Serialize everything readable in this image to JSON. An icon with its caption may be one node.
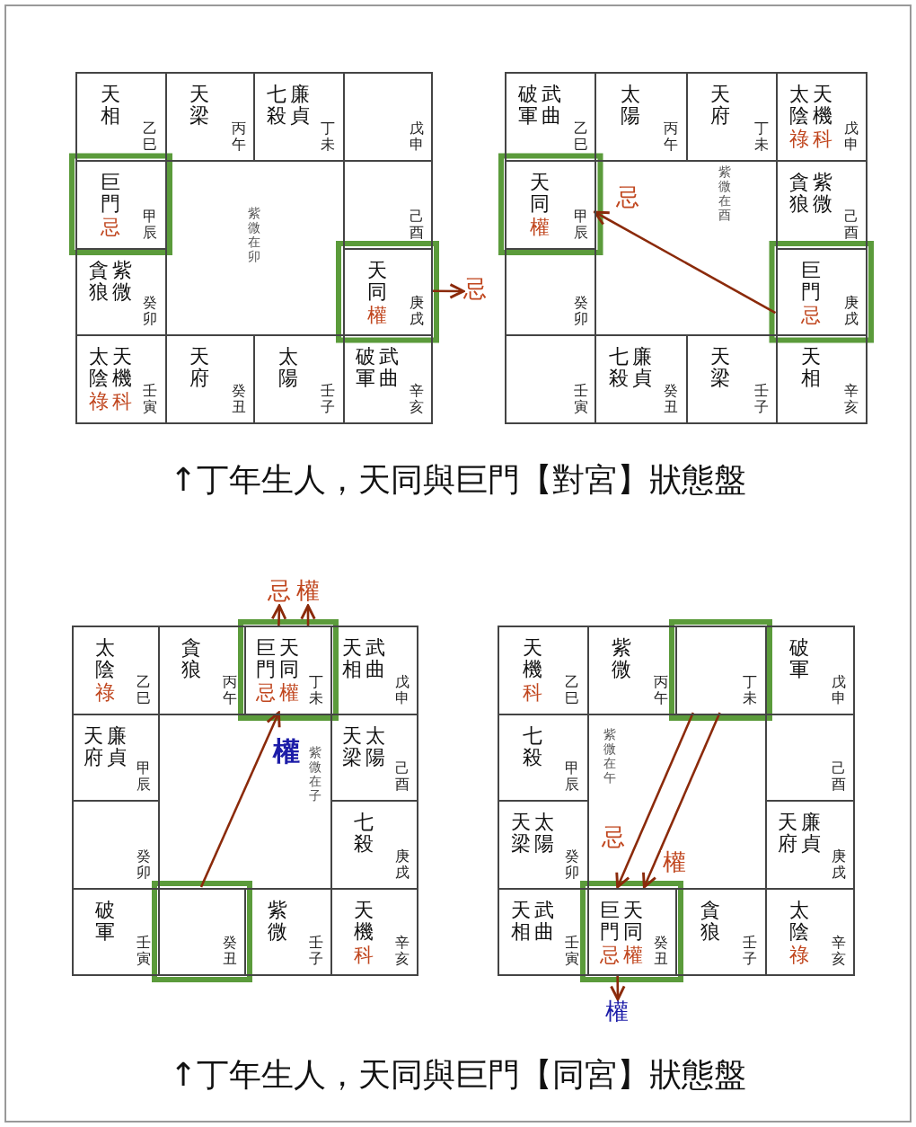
{
  "diagram": {
    "nodes": [
      {
        "text": [
          "天相",
          "乙巳"
        ]
      },
      {
        "text": [
          "天梁",
          "丙午"
        ]
      },
      {
        "text": [
          "七殺",
          "廉貞",
          "丁未"
        ]
      },
      {
        "text": [
          "戊申"
        ]
      },
      {
        "text": [
          "巨門",
          "忌",
          "甲辰"
        ]
      },
      {
        "text": [
          "己酉"
        ]
      },
      {
        "text": [
          "貪狼",
          "紫微",
          "癸卯"
        ]
      },
      {
        "text": [
          "天同",
          "權",
          "庚戌"
        ]
      },
      {
        "text": [
          "太陰",
          "天機",
          "祿",
          "科",
          "壬寅"
        ]
      },
      {
        "text": [
          "天府",
          "癸丑"
        ]
      },
      {
        "text": [
          "太陽",
          "壬子"
        ]
      },
      {
        "text": [
          "破軍",
          "武曲",
          "辛亥"
        ]
      },
      {
        "text": [
          "忌"
        ]
      },
      {
        "text": [
          "破軍",
          "武曲",
          "乙巳"
        ]
      },
      {
        "text": [
          "太陽",
          "丙午"
        ]
      },
      {
        "text": [
          "天府",
          "丁未"
        ]
      },
      {
        "text": [
          "太陰",
          "天機",
          "祿",
          "科",
          "戊申"
        ]
      },
      {
        "text": [
          "天同",
          "權",
          "甲辰"
        ]
      },
      {
        "text": [
          "貪狼",
          "紫微",
          "己酉"
        ]
      },
      {
        "text": [
          "癸卯"
        ]
      },
      {
        "text": [
          "巨門",
          "忌",
          "庚戌"
        ]
      },
      {
        "text": [
          "壬寅"
        ]
      },
      {
        "text": [
          "七殺",
          "廉貞",
          "癸丑"
        ]
      },
      {
        "text": [
          "天梁",
          "壬子"
        ]
      },
      {
        "text": [
          "天相",
          "辛亥"
        ]
      },
      {
        "text": [
          "太陰",
          "祿",
          "乙巳"
        ]
      },
      {
        "text": [
          "貪狼",
          "丙午"
        ]
      },
      {
        "text": [
          "巨門",
          "天同",
          "忌",
          "權",
          "丁未"
        ]
      },
      {
        "text": [
          "天相",
          "武曲",
          "戊申"
        ]
      },
      {
        "text": [
          "天府",
          "廉貞",
          "甲辰"
        ]
      },
      {
        "text": [
          "天梁",
          "太陽",
          "己酉"
        ]
      },
      {
        "text": [
          "癸卯"
        ]
      },
      {
        "text": [
          "七殺",
          "庚戌"
        ]
      },
      {
        "text": [
          "破軍",
          "壬寅"
        ]
      },
      {
        "text": [
          "癸丑"
        ]
      },
      {
        "text": [
          "紫微",
          "壬子"
        ]
      },
      {
        "text": [
          "天機",
          "科",
          "辛亥"
        ]
      },
      {
        "text": [
          "忌"
        ]
      },
      {
        "text": [
          "權"
        ]
      },
      {
        "text": [
          "天機",
          "科",
          "乙巳"
        ]
      },
      {
        "text": [
          "紫微",
          "丙午"
        ]
      },
      {
        "text": [
          "丁未"
        ]
      },
      {
        "text": [
          "破軍",
          "戊申"
        ]
      },
      {
        "text": [
          "七殺",
          "甲辰"
        ]
      },
      {
        "text": [
          "己酉"
        ]
      },
      {
        "text": [
          "天梁",
          "太陽",
          "癸卯"
        ]
      },
      {
        "text": [
          "天府",
          "廉貞",
          "庚戌"
        ]
      },
      {
        "text": [
          "天相",
          "武曲",
          "壬寅"
        ]
      },
      {
        "text": [
          "巨門",
          "天同",
          "忌",
          "權",
          "癸丑"
        ]
      },
      {
        "text": [
          "貪狼",
          "壬子"
        ]
      },
      {
        "text": [
          "太陰",
          "祿",
          "辛亥"
        ]
      },
      {
        "text": [
          "權"
        ]
      }
    ],
    "edges": [
      {
        "from": 7,
        "to": 12,
        "arrow": "to"
      },
      {
        "from": 20,
        "to": 17,
        "arrow": "to",
        "label": "忌"
      },
      {
        "from": 34,
        "to": 27,
        "arrow": "to",
        "label": "權"
      },
      {
        "from": 27,
        "to": 37,
        "arrow": "to"
      },
      {
        "from": 27,
        "to": 38,
        "arrow": "to"
      },
      {
        "from": 41,
        "to": 48,
        "arrow": "to",
        "label": "忌"
      },
      {
        "from": 41,
        "to": 48,
        "arrow": "to",
        "label": "權"
      },
      {
        "from": 48,
        "to": 51,
        "arrow": "to"
      }
    ],
    "labels": [
      "紫微在卯",
      "紫微在酉",
      "↑丁年生人，天同與巨門【對宮】狀態盤",
      "紫微在子",
      "紫微在午",
      "↑丁年生人，天同與巨門【同宮】狀態盤"
    ]
  }
}
